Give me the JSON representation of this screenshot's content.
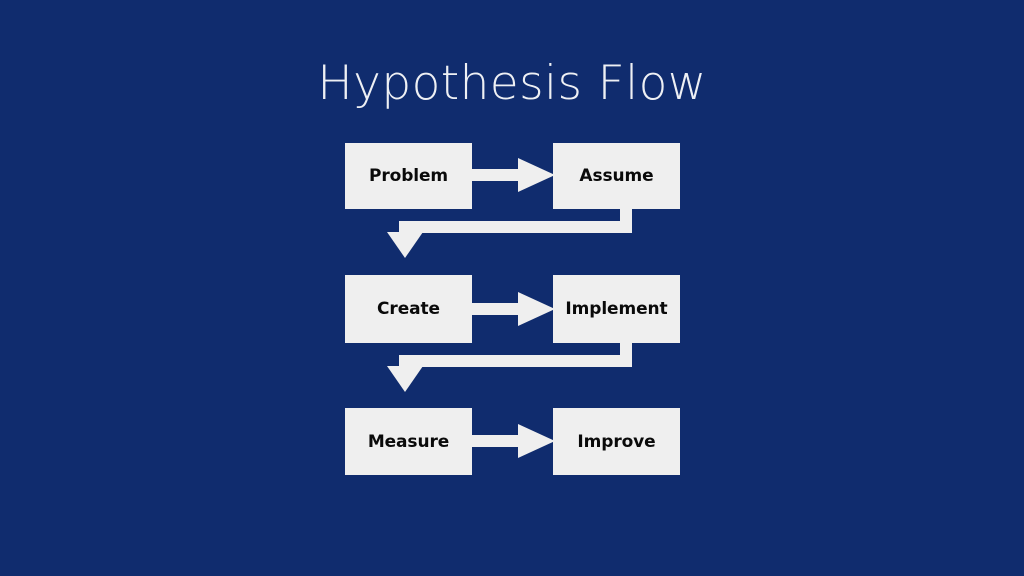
{
  "slide": {
    "title": "Hypothesis Flow",
    "background_color": "#102c6e",
    "node_fill_color": "#efefef",
    "node_text_color": "#0a0a0a",
    "connector_color": "#efefef",
    "title_color": "#eef0f4"
  },
  "diagram": {
    "type": "flowchart",
    "nodes": [
      {
        "id": "problem",
        "label": "Problem",
        "row": 1,
        "column": "left"
      },
      {
        "id": "assume",
        "label": "Assume",
        "row": 1,
        "column": "right"
      },
      {
        "id": "create",
        "label": "Create",
        "row": 2,
        "column": "left"
      },
      {
        "id": "implement",
        "label": "Implement",
        "row": 2,
        "column": "right"
      },
      {
        "id": "measure",
        "label": "Measure",
        "row": 3,
        "column": "left"
      },
      {
        "id": "improve",
        "label": "Improve",
        "row": 3,
        "column": "right"
      }
    ],
    "edges": [
      {
        "from": "problem",
        "to": "assume",
        "style": "straight-right"
      },
      {
        "from": "assume",
        "to": "create",
        "style": "elbow-down-left"
      },
      {
        "from": "create",
        "to": "implement",
        "style": "straight-right"
      },
      {
        "from": "implement",
        "to": "measure",
        "style": "elbow-down-left"
      },
      {
        "from": "measure",
        "to": "improve",
        "style": "straight-right"
      }
    ]
  }
}
